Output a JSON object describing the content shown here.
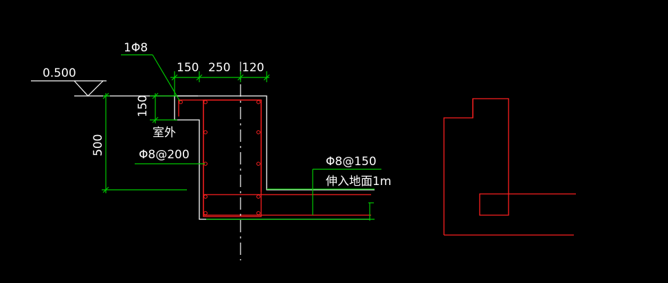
{
  "drawing": {
    "elevation": {
      "value": "0.500"
    },
    "rebar_callout": {
      "label": "1Φ8"
    },
    "dimensions_top": [
      "150",
      "250",
      "120"
    ],
    "dimension_step": "150",
    "dimension_height": "500",
    "outdoor_label": "室外",
    "stirrup_left": "Φ8@200",
    "stirrup_right": "Φ8@150",
    "extend_note": "伸入地面1m",
    "colors": {
      "background": "#000000",
      "outline": "#ffffff",
      "rebar": "#ff2020",
      "dimension": "#00cc00",
      "text": "#ffffff",
      "axis": "#ffffff"
    }
  }
}
